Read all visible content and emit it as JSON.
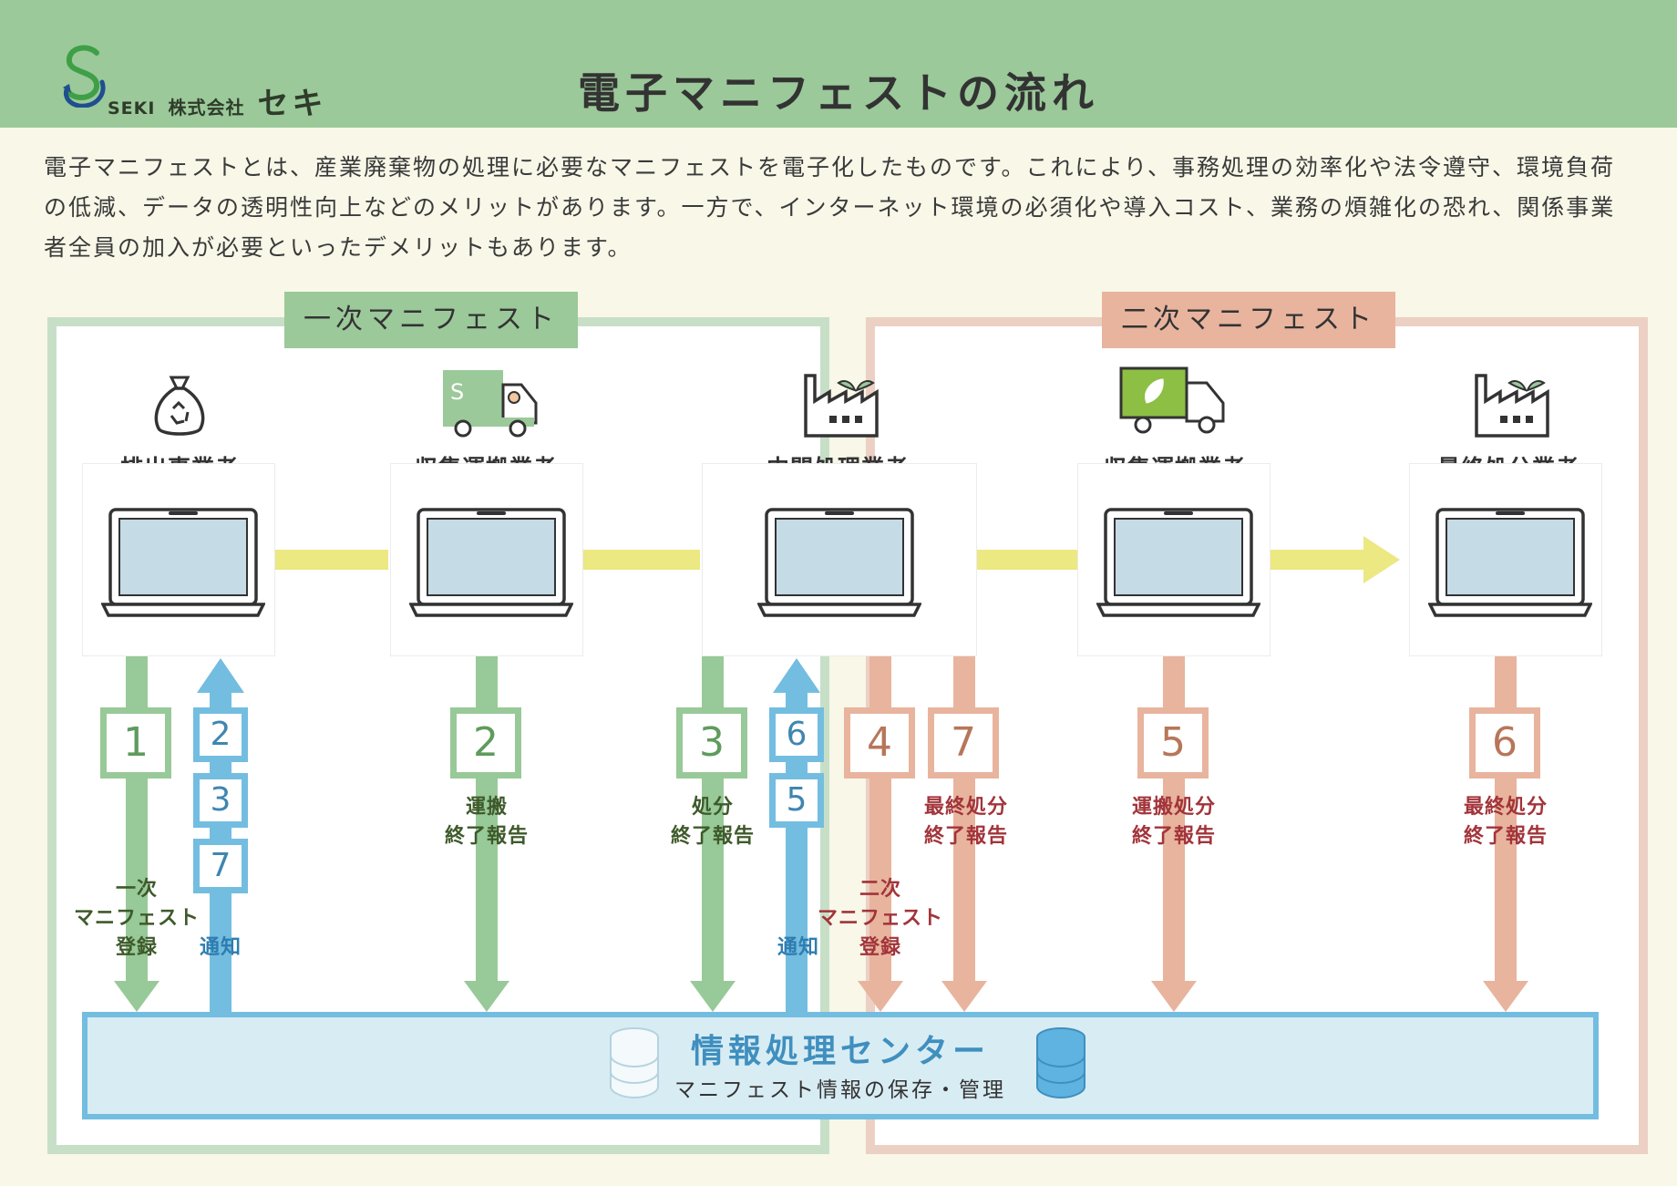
{
  "page": {
    "title": "電子マニフェストの流れ"
  },
  "logo": {
    "seki": "SEKI",
    "kabushiki": "株式会社",
    "name": "セキ"
  },
  "intro": "電子マニフェストとは、産業廃棄物の処理に必要なマニフェストを電子化したものです。これにより、事務処理の効率化や法令遵守、環境負荷の低減、データの透明性向上などのメリットがあります。一方で、インターネット環境の必須化や導入コスト、業務の煩雑化の恐れ、関係事業者全員の加入が必要といったデメリットもあります。",
  "sections": {
    "primary_label": "一次マニフェスト",
    "secondary_label": "二次マニフェスト"
  },
  "actors": [
    {
      "label": "排出事業者",
      "icon": "garbage-bag-icon"
    },
    {
      "label": "収集運搬業者",
      "icon": "seki-truck-icon"
    },
    {
      "label": "中間処理業者",
      "icon": "factory-icon"
    },
    {
      "label": "収集運搬業者",
      "icon": "green-truck-icon"
    },
    {
      "label": "最終処分業者",
      "icon": "factory-icon"
    }
  ],
  "steps": {
    "s1": "1",
    "s2_notify": "2",
    "s3_notify": "3",
    "s7_notify": "7",
    "s2": "2",
    "s3": "3",
    "s6_notify": "6",
    "s5_notify": "5",
    "s4": "4",
    "s7": "7",
    "s5": "5",
    "s6": "6"
  },
  "texts": {
    "primary_register": [
      "一次",
      "マニフェスト",
      "登録"
    ],
    "notify": "通知",
    "transport_done": [
      "運搬",
      "終了報告"
    ],
    "process_done": [
      "処分",
      "終了報告"
    ],
    "notify2": "通知",
    "secondary_register": [
      "二次",
      "マニフェスト",
      "登録"
    ],
    "final_done": [
      "最終処分",
      "終了報告"
    ],
    "transport_disposal_done": [
      "運搬処分",
      "終了報告"
    ],
    "final_done2": [
      "最終処分",
      "終了報告"
    ]
  },
  "info_center": {
    "title": "情報処理センター",
    "subtitle": "マニフェスト情報の保存・管理"
  },
  "colors": {
    "header": "#9bc99a",
    "green": "#98c998",
    "blue": "#73bde0",
    "salmon": "#e8b49e",
    "yellow": "#ece882"
  }
}
